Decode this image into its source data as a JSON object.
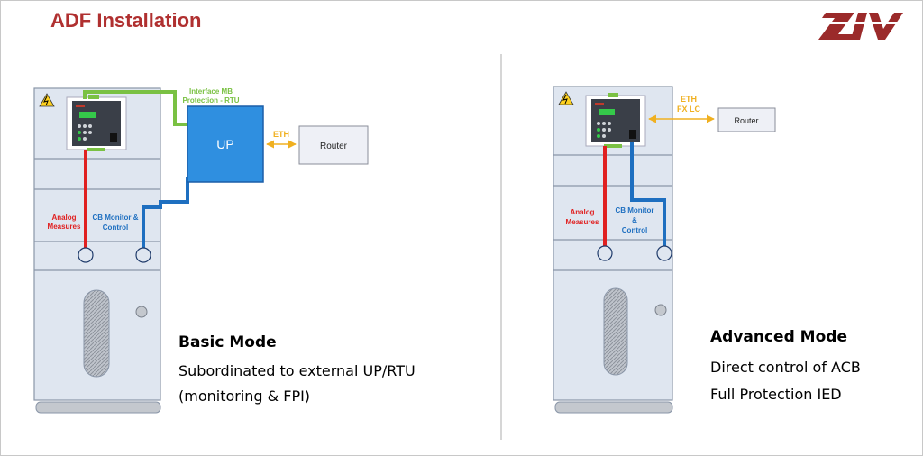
{
  "header": {
    "title": "ADF Installation",
    "logo_text": "ZIV",
    "logo_color": "#9b2a2a"
  },
  "left": {
    "interface_label_1": "Interface MB",
    "interface_label_2": "Protection - RTU",
    "up_label": "UP",
    "eth_label": "ETH",
    "router_label": "Router",
    "analog_1": "Analog",
    "analog_2": "Measures",
    "cb_1": "CB Monitor &",
    "cb_2": "Control",
    "mode_title": "Basic Mode",
    "mode_line_1": "Subordinated to external UP/RTU",
    "mode_line_2": "(monitoring  & FPI)"
  },
  "right": {
    "eth_label_1": "ETH",
    "eth_label_2": "FX LC",
    "router_label": "Router",
    "analog_1": "Analog",
    "analog_2": "Measures",
    "cb_1": "CB Monitor",
    "cb_2": "&",
    "cb_3": "Control",
    "mode_title": "Advanced Mode",
    "mode_line_1": "Direct control of ACB",
    "mode_line_2": "Full Protection IED"
  },
  "colors": {
    "cabinet": "#dfe6f0",
    "cabinet_stroke": "#8a96a8",
    "up_box": "#2f8fe0",
    "red_line": "#e02020",
    "blue_line": "#1e6fc0",
    "green_line": "#7ac143",
    "eth_arrow": "#f0b020",
    "title_red": "#b03030"
  }
}
